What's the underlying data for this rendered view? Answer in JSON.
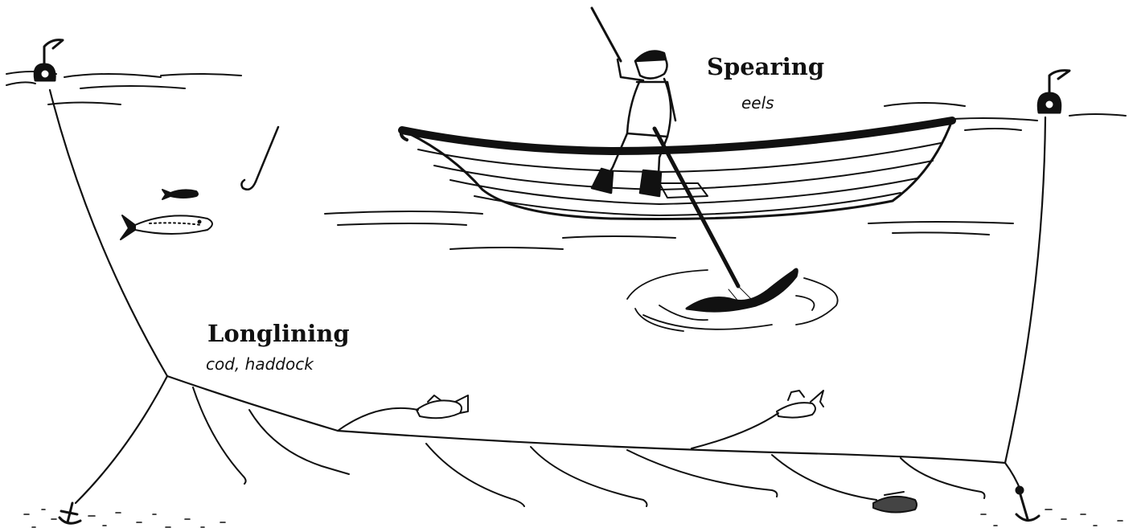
{
  "colors": {
    "ink": "#111111",
    "background": "#ffffff"
  },
  "labels": {
    "spearing": {
      "title": "Spearing",
      "subtitle": "eels"
    },
    "longlining": {
      "title": "Longlining",
      "subtitle": "cod, haddock"
    }
  },
  "icons": {
    "buoy": "buoy-icon",
    "anchor": "anchor-icon",
    "fish": "fish-icon",
    "hook": "hook-icon",
    "boat": "boat-icon",
    "fisherman": "fisherman-icon",
    "spear": "eel-spear-icon"
  }
}
